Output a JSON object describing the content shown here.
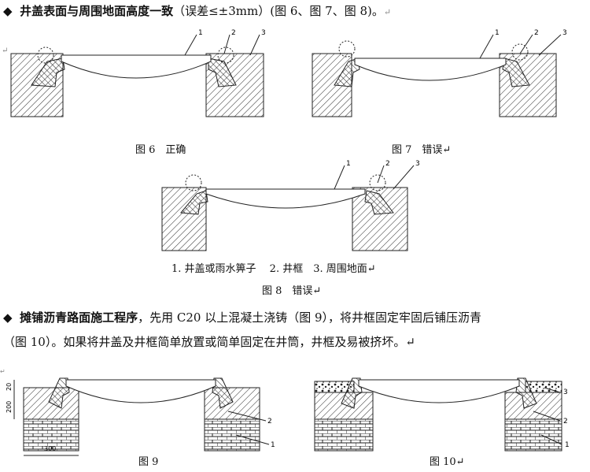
{
  "bullet1": {
    "marker": "◆",
    "bold_text": "井盖表面与周围地面高度一致",
    "rest": "（误差≤±3mm）(图 6、图 7、图 8)。",
    "para_mark": "↵"
  },
  "top_left_para_mark": "↵",
  "figures": {
    "fig6": {
      "caption": "图 6　正确",
      "num1": "1",
      "num2": "2",
      "num3": "3"
    },
    "fig7": {
      "caption": "图 7　错误↵",
      "num1": "1",
      "num2": "2",
      "num3": "3"
    },
    "fig8": {
      "caption": "图 8　错误↵",
      "num1": "1",
      "num2": "2",
      "num3": "3"
    },
    "legend": "1. 井盖或雨水箅子　 2. 井框　3. 周围地面↵"
  },
  "bullet2": {
    "marker": "◆",
    "bold_text": "摊铺沥青路面施工程序",
    "rest_line1": "，先用 C20 以上混凝土浇铸（图 9），将井框固定牢固后铺压沥青",
    "line2": "（图 10）。如果将井盖及井框简单放置或简单固定在井筒，井框及易被挤坏。↵"
  },
  "figures_bottom": {
    "fig9": {
      "caption": "图 9",
      "dim_top": "20",
      "dim_mid": "200",
      "dim_bottom": "300",
      "num1": "1",
      "num2": "2",
      "para_mark": "↵"
    },
    "fig10": {
      "caption": "图 10↵",
      "num1": "1",
      "num2": "2",
      "num3": "3"
    }
  },
  "colors": {
    "text": "#111111",
    "background": "#ffffff",
    "line": "#222222"
  }
}
